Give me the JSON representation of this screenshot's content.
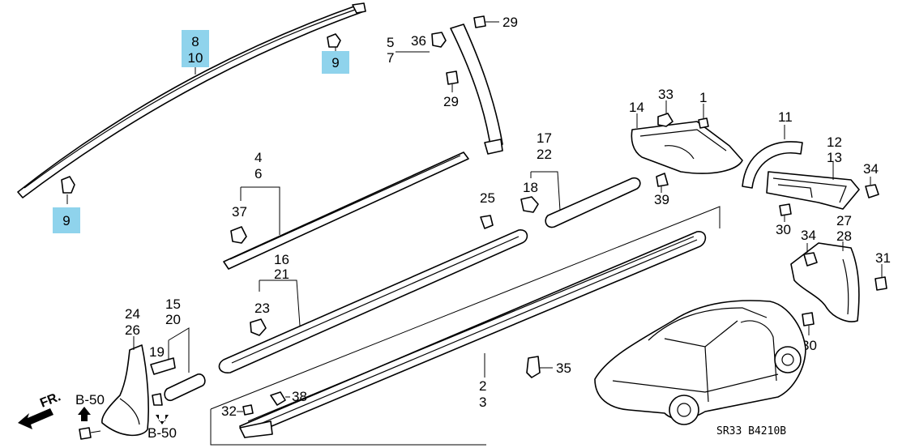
{
  "diagram_code": "SR33 B4210B",
  "direction_label": "FR.",
  "ref_labels": {
    "upper": "B-50",
    "lower": "B-50"
  },
  "callouts": {
    "c8_10": [
      "8",
      "10"
    ],
    "c9_top": "9",
    "c9_left": "9",
    "c5_7": [
      "5",
      "7"
    ],
    "c36": "36",
    "c29_top": "29",
    "c29_mid": "29",
    "c4_6": [
      "4",
      "6"
    ],
    "c37": "37",
    "c17_22": [
      "17",
      "22"
    ],
    "c18": "18",
    "c25": "25",
    "c16_21": [
      "16",
      "21"
    ],
    "c23": "23",
    "c15_20": [
      "15",
      "20"
    ],
    "c19": "19",
    "c24_26": [
      "24",
      "26"
    ],
    "c14": "14",
    "c33": "33",
    "c1": "1",
    "c11": "11",
    "c12_13": [
      "12",
      "13"
    ],
    "c34_top": "34",
    "c39": "39",
    "c30_top": "30",
    "c27_28": [
      "27",
      "28"
    ],
    "c34_mid": "34",
    "c31": "31",
    "c30_bot": "30",
    "c2_3": [
      "2",
      "3"
    ],
    "c35": "35",
    "c38": "38",
    "c32": "32"
  },
  "colors": {
    "highlight": "#8fd3ec",
    "ink": "#000000",
    "background": "#ffffff"
  },
  "icons": [
    "direction-arrow-icon",
    "up-arrow-icon",
    "down-arrow-icon"
  ]
}
